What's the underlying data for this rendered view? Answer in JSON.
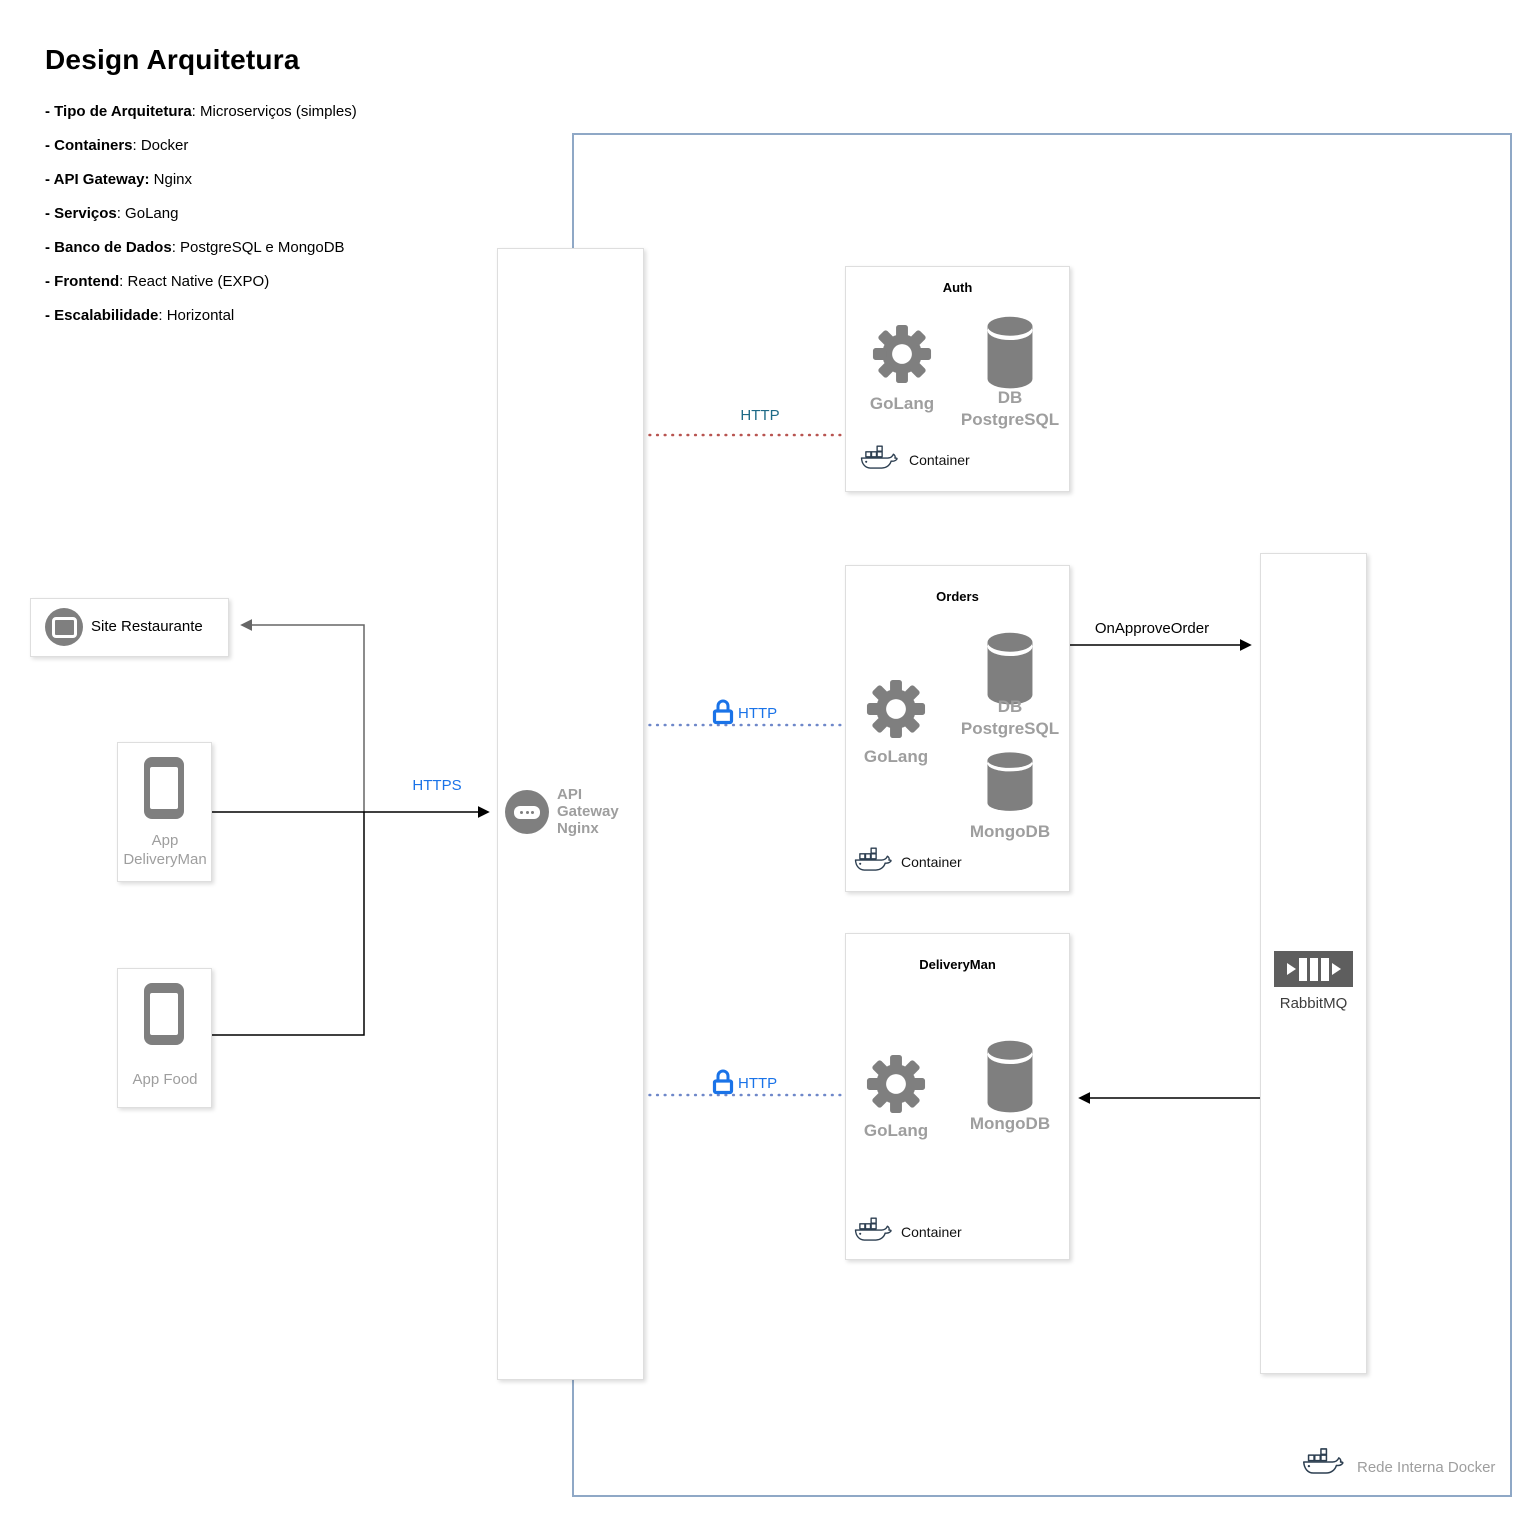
{
  "title": "Design Arquitetura",
  "specs": {
    "items": [
      {
        "label": "- Tipo de Arquitetura",
        "value": ": Microserviços (simples)"
      },
      {
        "label": "- Containers",
        "value": ": Docker"
      },
      {
        "label": "- API Gateway:",
        "value": " Nginx"
      },
      {
        "label": "- Serviços",
        "value": ": GoLang"
      },
      {
        "label": "- Banco de Dados",
        "value": ": PostgreSQL e MongoDB"
      },
      {
        "label": "- Frontend",
        "value": ": React Native (EXPO)"
      },
      {
        "label": "- Escalabilidade",
        "value": ": Horizontal"
      }
    ]
  },
  "clients": {
    "site": {
      "label": "Site Restaurante"
    },
    "app_deliveryman": {
      "label": "App DeliveryMan"
    },
    "app_food": {
      "label": "App Food"
    }
  },
  "gateway": {
    "label": "API Gateway Nginx"
  },
  "services": {
    "auth": {
      "title": "Auth",
      "runtime": "GoLang",
      "db": "DB PostgreSQL",
      "container": "Container"
    },
    "orders": {
      "title": "Orders",
      "runtime": "GoLang",
      "db_primary": "DB PostgreSQL",
      "db_secondary": "MongoDB",
      "container": "Container"
    },
    "deliveryman": {
      "title": "DeliveryMan",
      "runtime": "GoLang",
      "db": "MongoDB",
      "container": "Container"
    }
  },
  "queue": {
    "label": "RabbitMQ"
  },
  "network": {
    "label": "Rede Interna Docker"
  },
  "edges": {
    "https": {
      "label": "HTTPS"
    },
    "http_auth": {
      "label": "HTTP"
    },
    "http_orders": {
      "label": "HTTP"
    },
    "http_deliveryman": {
      "label": "HTTP"
    },
    "on_approve_order": {
      "label": "OnApproveOrder"
    }
  },
  "colors": {
    "accent_blue": "#1a73e8",
    "http_teal": "#1e6a87",
    "dotted_red": "#b85450",
    "dotted_blue": "#6e87c9",
    "network_border": "#8fa8c6",
    "icon_gray": "#7f7f7f",
    "label_gray": "#9e9e9e",
    "docker_navy": "#2c3e50"
  }
}
